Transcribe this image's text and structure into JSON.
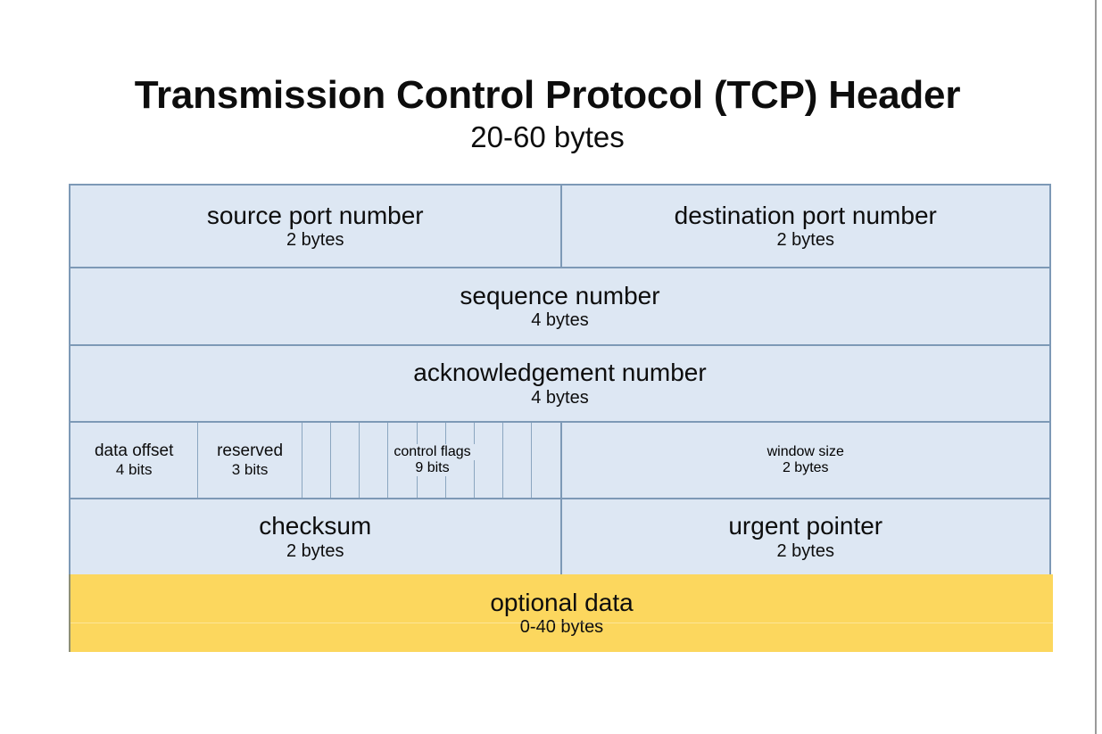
{
  "title": {
    "main": "Transmission Control Protocol (TCP) Header",
    "subtitle": "20-60 bytes"
  },
  "colors": {
    "field_fill": "#dde7f3",
    "field_border": "#7d99b6",
    "optional_fill": "#fcd75e",
    "optional_border": "#8f8f74",
    "text": "#0d0d0d",
    "page_background": "#ffffff",
    "edge_rule": "#9a9a9a"
  },
  "diagram": {
    "rows": [
      {
        "name": "ports",
        "cells": [
          {
            "label": "source port number",
            "size": "2 bytes"
          },
          {
            "label": "destination port number",
            "size": "2 bytes"
          }
        ]
      },
      {
        "name": "sequence",
        "cells": [
          {
            "label": "sequence number",
            "size": "4 bytes"
          }
        ]
      },
      {
        "name": "acknowledgement",
        "cells": [
          {
            "label": "acknowledgement number",
            "size": "4 bytes"
          }
        ]
      },
      {
        "name": "flags",
        "cells": [
          {
            "label": "data offset",
            "size": "4 bits"
          },
          {
            "label": "reserved",
            "size": "3 bits"
          },
          {
            "label": "control flags",
            "size": "9 bits"
          },
          {
            "label": "window size",
            "size": "2 bytes"
          }
        ],
        "control_flag_bit_count": 9
      },
      {
        "name": "checksum",
        "cells": [
          {
            "label": "checksum",
            "size": "2 bytes"
          },
          {
            "label": "urgent pointer",
            "size": "2 bytes"
          }
        ]
      },
      {
        "name": "optional",
        "cells": [
          {
            "label": "optional data",
            "size": "0-40 bytes"
          }
        ]
      }
    ]
  }
}
